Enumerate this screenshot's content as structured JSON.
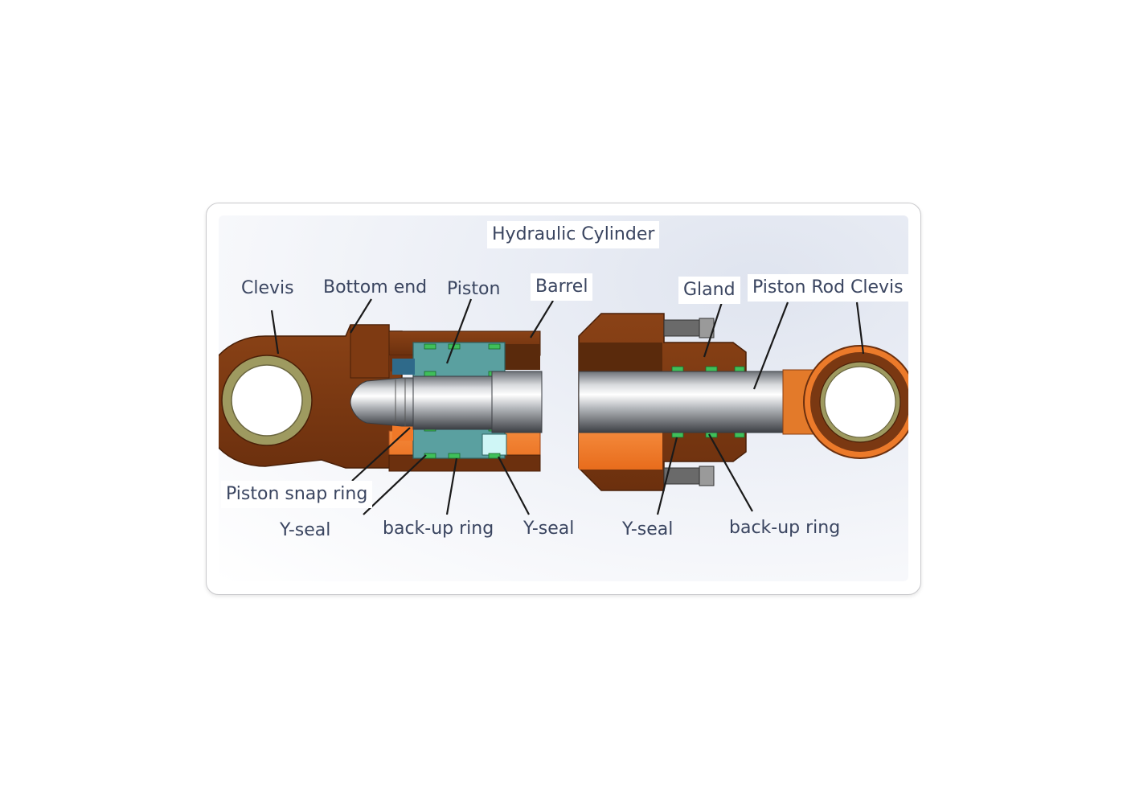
{
  "diagram": {
    "title": "Hydraulic Cylinder",
    "labels": {
      "clevis_left": "Clevis",
      "bottom_end": "Bottom end",
      "piston": "Piston",
      "barrel": "Barrel",
      "gland": "Gland",
      "piston_rod": "Piston Rod",
      "clevis_right": "Clevis",
      "piston_snap_ring": "Piston snap ring",
      "y_seal_1": "Y-seal",
      "backup_ring_1": "back-up ring",
      "y_seal_2": "Y-seal",
      "y_seal_3": "Y-seal",
      "backup_ring_2": "back-up ring"
    },
    "colors": {
      "housing_dark": "#7a3812",
      "housing_light": "#f07828",
      "piston_teal": "#5aa0a0",
      "seal_green": "#3fbf5a",
      "rod_steel": "#9a9ea4",
      "bushing": "#9e9a60",
      "leader": "#1a1a1a",
      "label_text": "#3a4560"
    }
  }
}
